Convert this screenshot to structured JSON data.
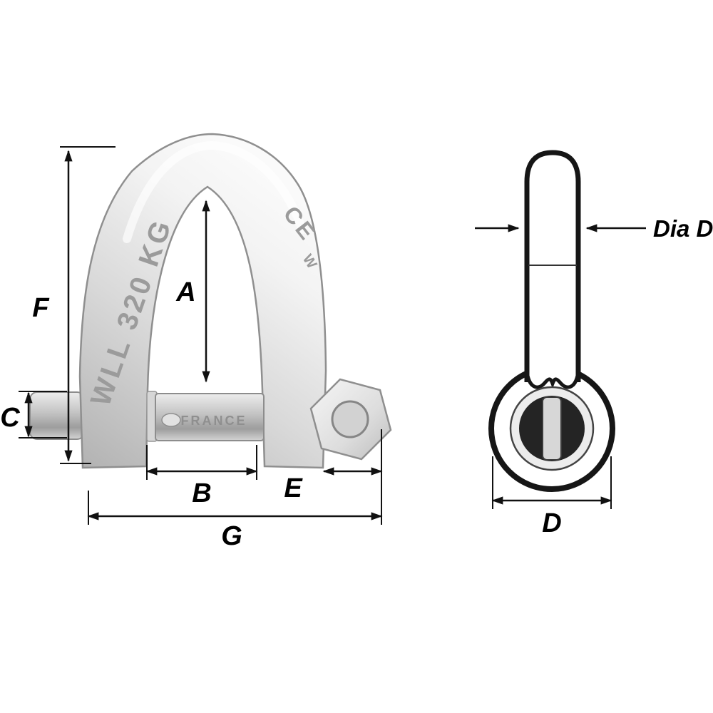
{
  "dimensions": {
    "F": "F",
    "A": "A",
    "C": "C",
    "B": "B",
    "E": "E",
    "G": "G",
    "D": "D",
    "dia_d": "Dia D"
  },
  "engravings": {
    "wll": "WLL 320 KG",
    "ce": "CE",
    "w_mark": "W",
    "pin_text": "FRANCE"
  },
  "colors": {
    "line": "#111111",
    "label": "#000000",
    "metal_light": "#f4f4f4",
    "metal_mid": "#c9c9c9",
    "metal_dark": "#9a9a9a",
    "pin_dark": "#242424"
  }
}
